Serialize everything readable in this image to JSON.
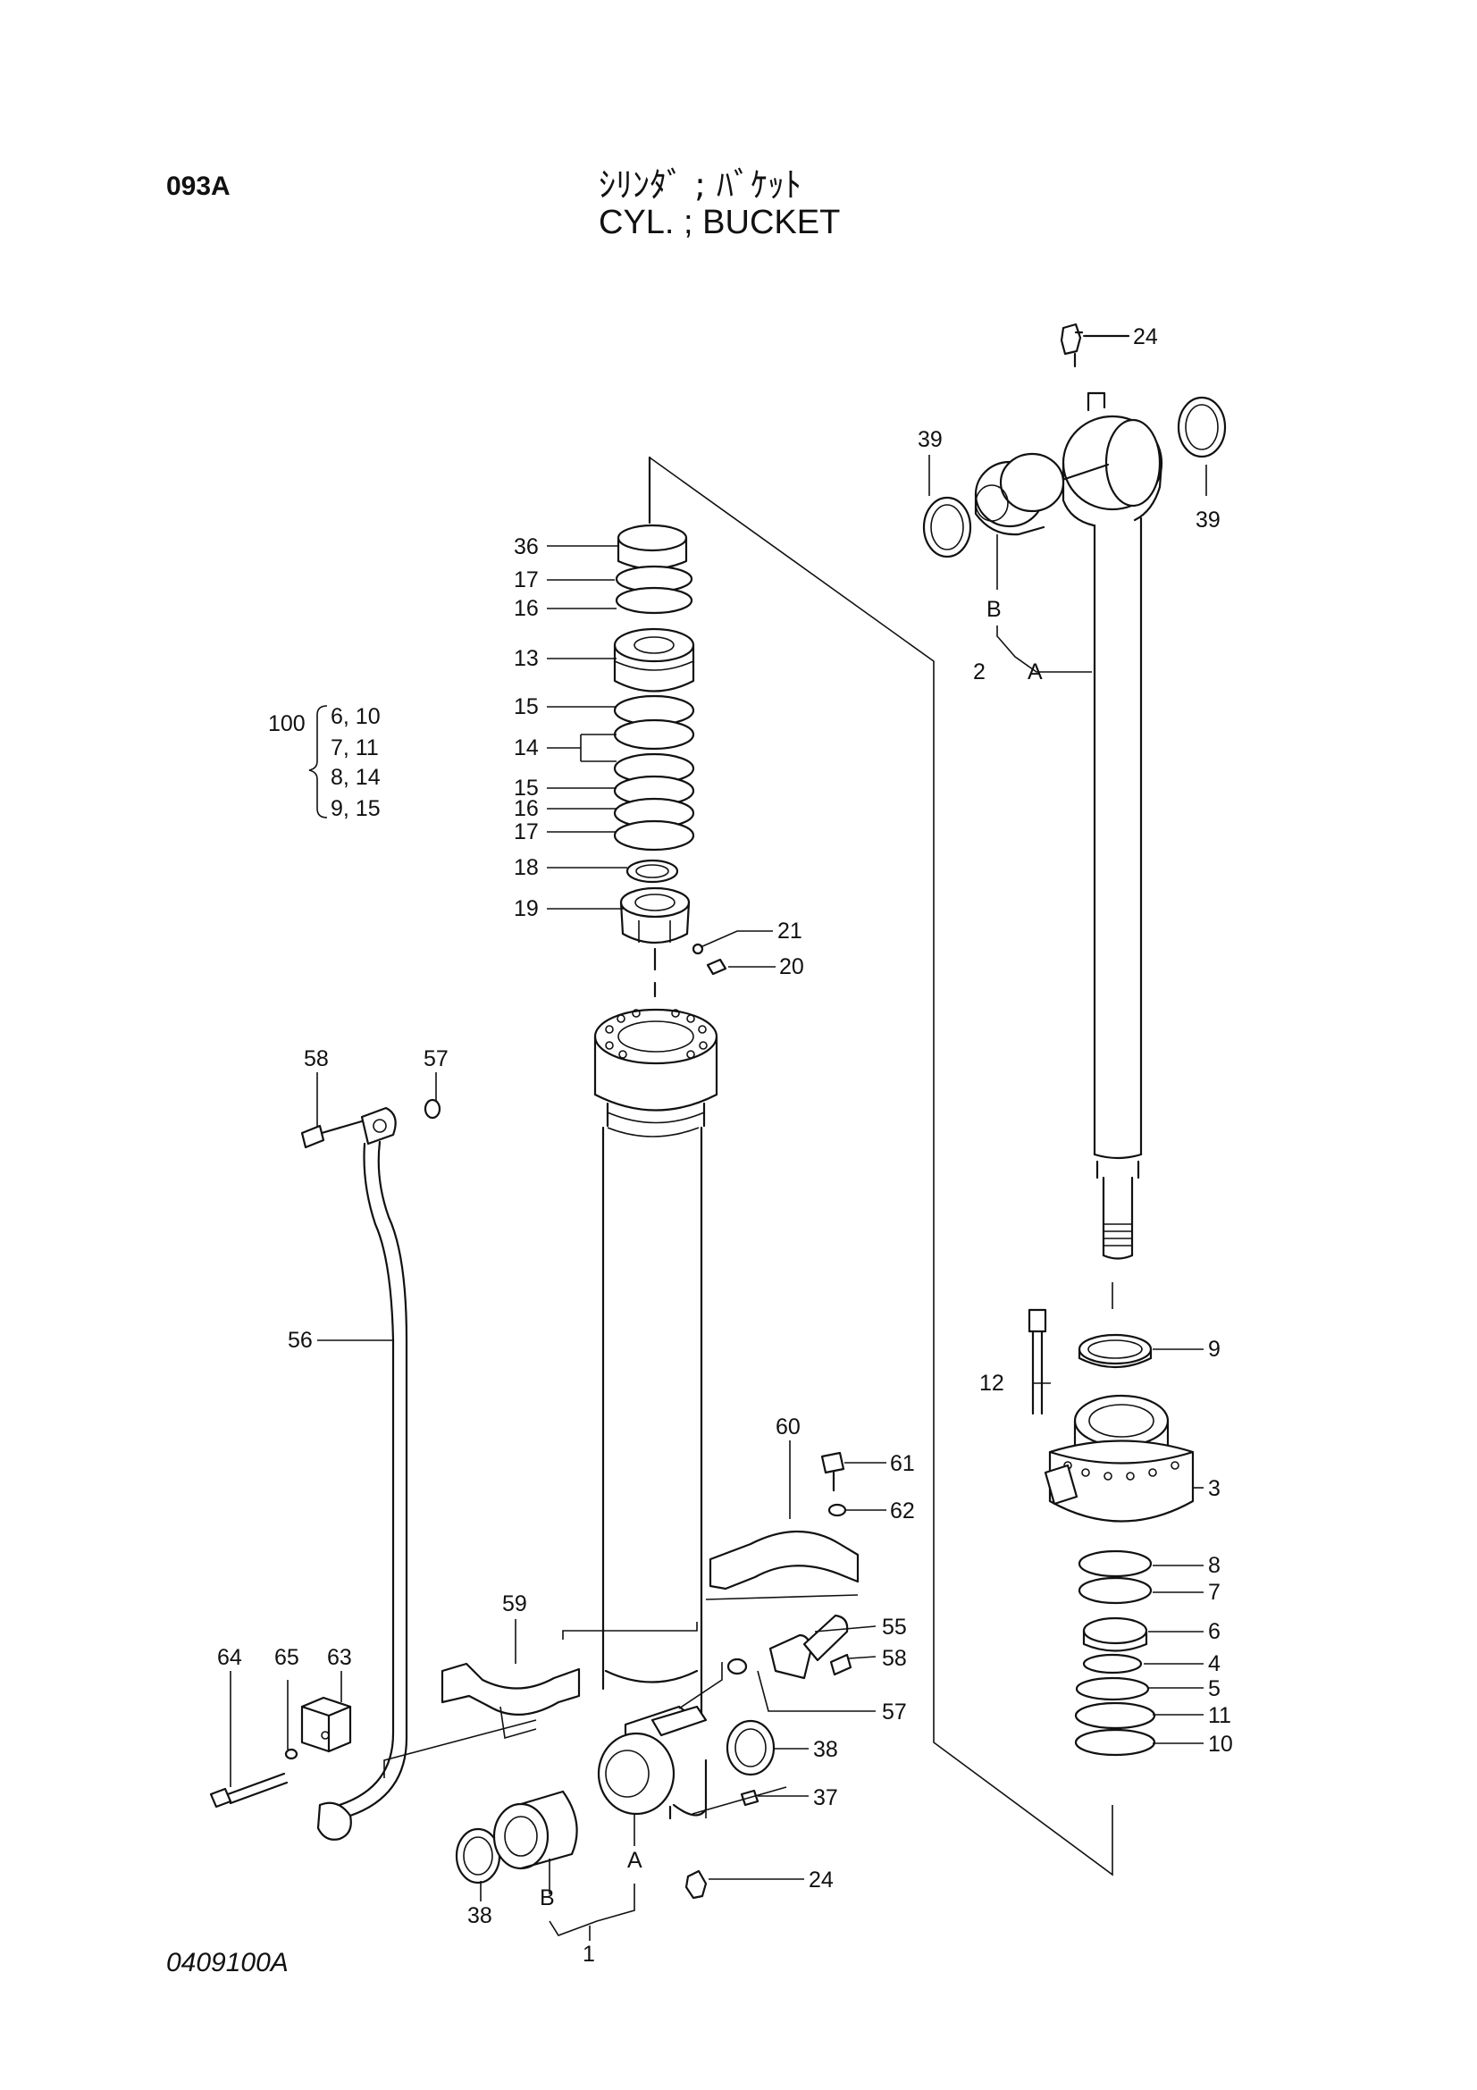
{
  "header": {
    "page_code": "093A",
    "title_jp": "ｼﾘﾝﾀﾞ ; ﾊﾞｹｯﾄ",
    "title_en": "CYL. ; BUCKET"
  },
  "footer": {
    "drawing_number": "0409100A"
  },
  "kit": {
    "number": "100",
    "rows": [
      "6, 10",
      "7, 11",
      "8, 14",
      "9, 15"
    ]
  },
  "callouts": {
    "c24_top": "24",
    "c39_left": "39",
    "c39_right": "39",
    "c_b_rod": "B",
    "c2": "2",
    "c_a_rod": "A",
    "c36": "36",
    "c17_top": "17",
    "c16_top": "16",
    "c13": "13",
    "c15_top": "15",
    "c14": "14",
    "c15_bot": "15",
    "c16_bot": "16",
    "c17_bot": "17",
    "c18": "18",
    "c19": "19",
    "c21": "21",
    "c20": "20",
    "c58_top": "58",
    "c57_top": "57",
    "c56": "56",
    "c60": "60",
    "c61": "61",
    "c62": "62",
    "c59": "59",
    "c55": "55",
    "c58_mid": "58",
    "c57_mid": "57",
    "c64": "64",
    "c65": "65",
    "c63": "63",
    "c38_right": "38",
    "c37": "37",
    "c24_bot": "24",
    "c38_left": "38",
    "c_b_tube": "B",
    "c_a_tube": "A",
    "c1": "1",
    "c9": "9",
    "c12": "12",
    "c3": "3",
    "c8": "8",
    "c7": "7",
    "c6": "6",
    "c4": "4",
    "c5": "5",
    "c11": "11",
    "c10": "10"
  }
}
